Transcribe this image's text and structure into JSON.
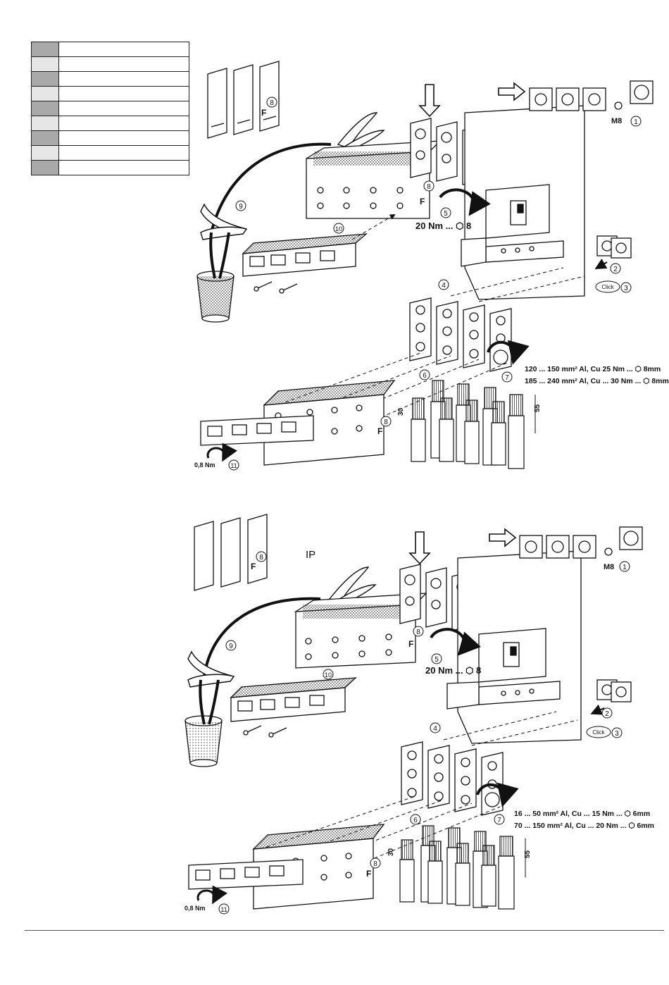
{
  "legend": {
    "rows": [
      {
        "shade": "dark",
        "text": ""
      },
      {
        "shade": "light",
        "text": ""
      },
      {
        "shade": "dark",
        "text": ""
      },
      {
        "shade": "light",
        "text": ""
      },
      {
        "shade": "dark",
        "text": ""
      },
      {
        "shade": "light",
        "text": ""
      },
      {
        "shade": "dark",
        "text": ""
      },
      {
        "shade": "light",
        "text": ""
      },
      {
        "shade": "dark",
        "text": ""
      }
    ]
  },
  "top": {
    "steps": {
      "s1": "1",
      "s2": "2",
      "s3": "3",
      "s4": "4",
      "s5": "5",
      "s6": "6",
      "s7": "7",
      "s8": "8",
      "s9": "9",
      "s10": "10",
      "s11": "11"
    },
    "m8": "M8",
    "click": "Click",
    "torque_main": "20 Nm ... ⬡ 8",
    "torque_small": "0,8 Nm",
    "f": "F",
    "dim30": "30",
    "dim55": "55",
    "spec1": "120 ... 150 mm² Al, Cu     25 Nm ... ⬡ 8mm",
    "spec2": "185 ... 240 mm² Al, Cu ... 30 Nm ... ⬡ 8mm"
  },
  "bottom": {
    "ip": "IP",
    "m8": "M8",
    "click": "Click",
    "torque_main": "20 Nm ... ⬡ 8",
    "torque_small": "0,8 Nm",
    "f": "F",
    "dim30": "30",
    "dim55": "55",
    "spec1": "16 ... 50 mm² Al, Cu ... 15 Nm ... ⬡ 6mm",
    "spec2": "70 ... 150 mm² Al, Cu ... 20 Nm ... ⬡ 6mm"
  }
}
